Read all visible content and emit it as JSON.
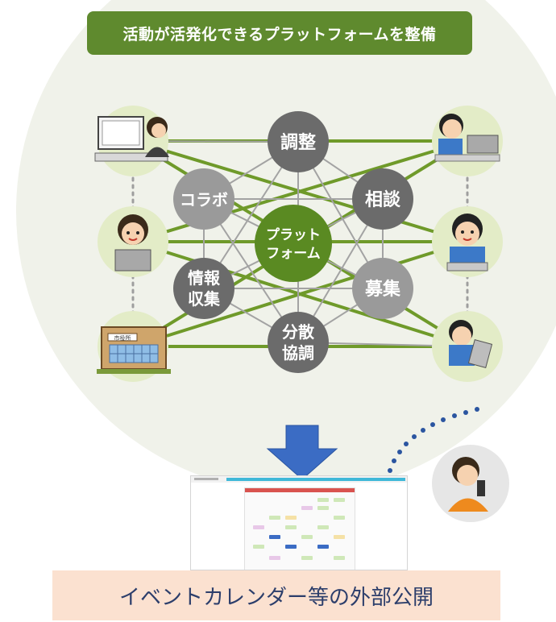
{
  "title": "活動が活発化できるプラットフォームを整備",
  "center_node": {
    "line1": "プラット",
    "line2": "フォーム"
  },
  "nodes": {
    "adjust": "調整",
    "collab": "コラボ",
    "consult": "相談",
    "info": {
      "line1": "情報",
      "line2": "収集"
    },
    "recruit": "募集",
    "distributed": {
      "line1": "分散",
      "line2": "協調"
    }
  },
  "city_hall_sign": "市役所",
  "bottom_caption": "イベントカレンダー等の外部公開",
  "colors": {
    "banner_green": "#5f8a2e",
    "center_green": "#5a8a22",
    "node_dark": "#6b6b6b",
    "node_light": "#9a9a9a",
    "link_green": "#6f9a2a",
    "link_gray": "#9e9e9e",
    "bg_circle": "#f0f2ea",
    "person_circle": "#e3ecc7",
    "arrow_blue": "#3b6cc4",
    "caption_bg": "#fbe1d0",
    "caption_text": "#2c3e6b"
  },
  "icons": {
    "left_top": "woman-at-computer-icon",
    "left_middle": "woman-with-laptop-icon",
    "left_bottom": "city-hall-building-icon",
    "right_top": "man-at-laptop-icon",
    "right_middle": "man-with-laptop-icon",
    "right_bottom": "man-with-tablet-icon",
    "citizen": "woman-with-smartphone-icon",
    "arrow": "down-arrow-icon"
  }
}
